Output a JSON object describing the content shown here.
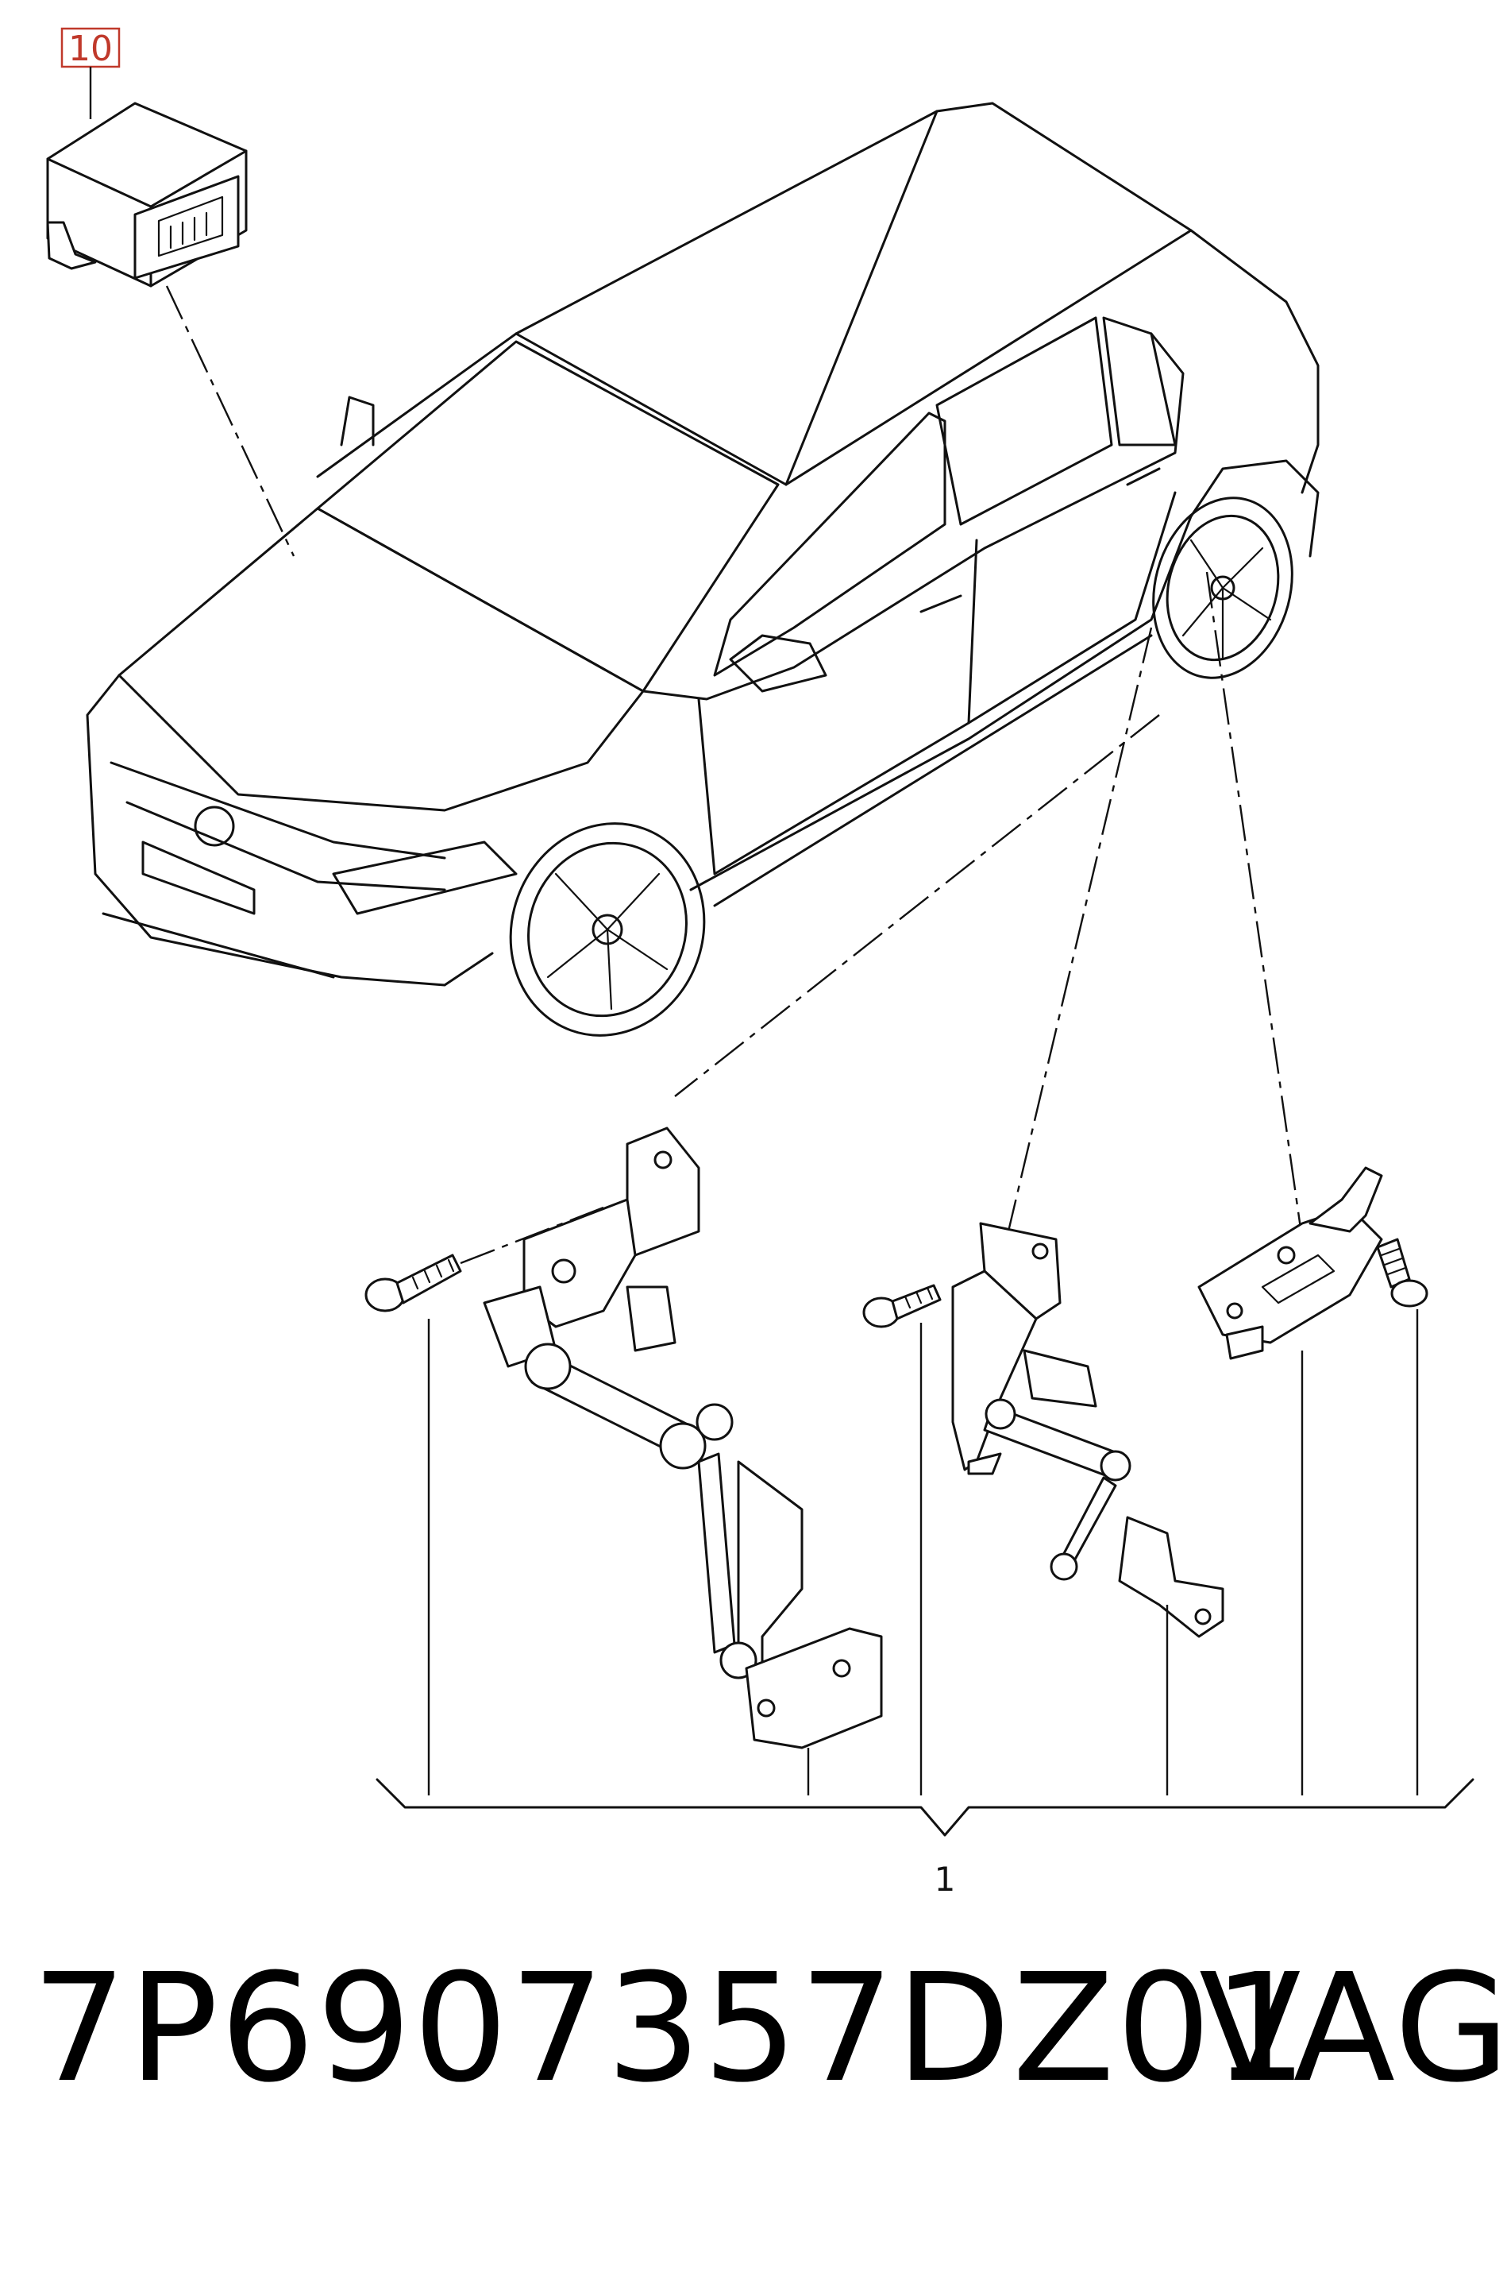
{
  "callouts": {
    "control_unit": "10",
    "sensor_group": "1"
  },
  "part_number": {
    "code": "7P6907357DZ01",
    "brand": "VAG"
  },
  "colors": {
    "line": "#111111",
    "callout_box": "#c0392b"
  },
  "components": [
    {
      "name": "control-unit",
      "callout": "10"
    },
    {
      "name": "front-level-sensor",
      "callout": "1"
    },
    {
      "name": "rear-level-sensor",
      "callout": "1"
    },
    {
      "name": "wheel-speed-bracket",
      "callout": "1"
    }
  ]
}
